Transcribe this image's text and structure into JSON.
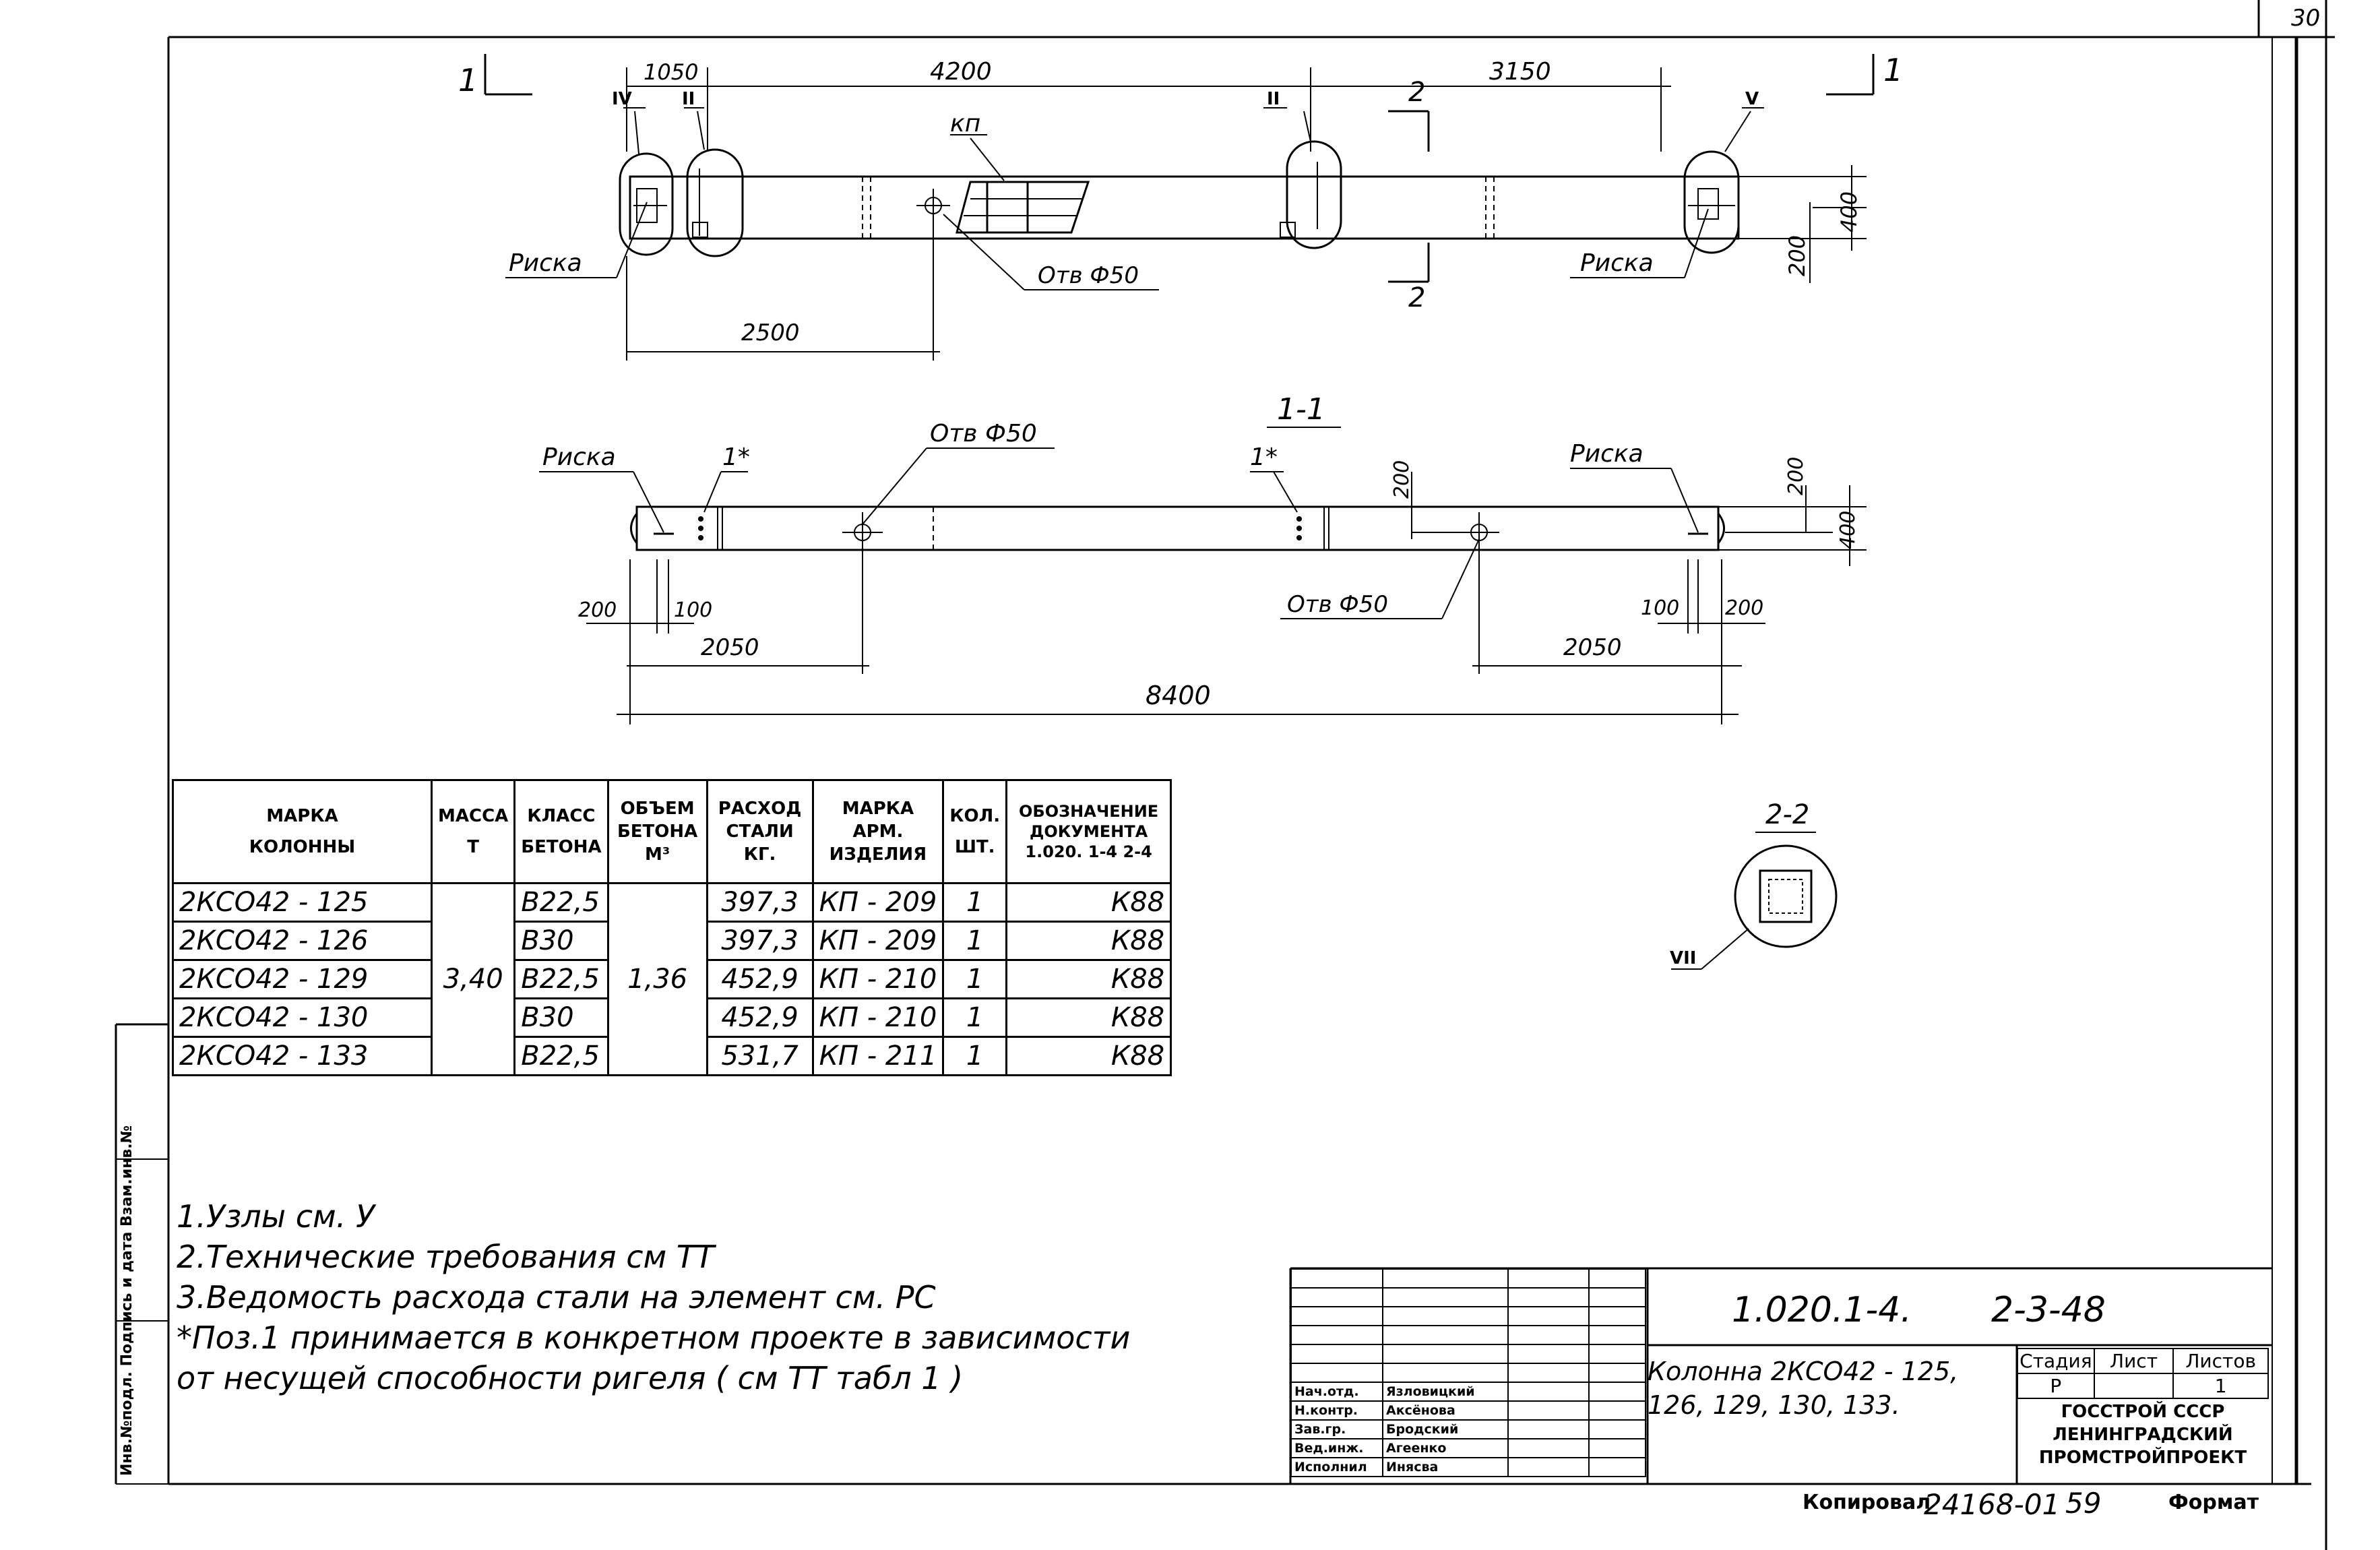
{
  "sheet_number": "30",
  "plan": {
    "section_marks": {
      "left": "1",
      "right": "1",
      "mid_top": "2",
      "mid_bottom": "2"
    },
    "dims": {
      "d1050": "1050",
      "d4200": "4200",
      "d3150": "3150",
      "d2500": "2500",
      "d400": "400",
      "d200": "200"
    },
    "nodes": {
      "iv": "IV",
      "ii_left": "II",
      "ii_right": "II",
      "v": "V"
    },
    "labels": {
      "kp": "кп",
      "riska_left": "Риска",
      "riska_right": "Риска",
      "hole": "Отв Ф50"
    }
  },
  "section_1_1": {
    "title": "1-1",
    "labels": {
      "riska_left": "Риска",
      "riska_right": "Риска",
      "pos_left": "1*",
      "pos_right": "1*",
      "hole_top": "Отв Ф50",
      "hole_bottom": "Отв Ф50"
    },
    "dims": {
      "d200_left": "200",
      "d100_left": "100",
      "d2050_left": "2050",
      "d8400": "8400",
      "d100_right": "100",
      "d200_right": "200",
      "d2050_right": "2050",
      "d200_vert": "200",
      "d200_right_top": "200",
      "d400": "400"
    }
  },
  "section_2_2": {
    "title": "2-2",
    "node": "VII"
  },
  "spec_table": {
    "headers": {
      "mark": [
        "МАРКА",
        "КОЛОННЫ"
      ],
      "mass": [
        "МАССА",
        "Т"
      ],
      "class": [
        "КЛАСС",
        "БЕТОНА"
      ],
      "volume": [
        "ОБЪЕМ",
        "БЕТОНА",
        "М³"
      ],
      "steel": [
        "РАСХОД",
        "СТАЛИ",
        "КГ."
      ],
      "arm": [
        "МАРКА",
        "АРМ.",
        "ИЗДЕЛИЯ"
      ],
      "qty": [
        "КОЛ.",
        "ШТ."
      ],
      "doc": [
        "ОБОЗНАЧЕНИЕ",
        "ДОКУМЕНТА",
        "1.020. 1-4 2-4"
      ]
    },
    "mass": "3,40",
    "volume": "1,36",
    "rows": [
      {
        "mark": "2КСО42 - 125",
        "class": "В22,5",
        "steel": "397,3",
        "arm": "КП - 209",
        "qty": "1",
        "doc": "К88"
      },
      {
        "mark": "2КСО42 - 126",
        "class": "В30",
        "steel": "397,3",
        "arm": "КП - 209",
        "qty": "1",
        "doc": "К88"
      },
      {
        "mark": "2КСО42 - 129",
        "class": "В22,5",
        "steel": "452,9",
        "arm": "КП - 210",
        "qty": "1",
        "doc": "К88"
      },
      {
        "mark": "2КСО42 - 130",
        "class": "В30",
        "steel": "452,9",
        "arm": "КП - 210",
        "qty": "1",
        "doc": "К88"
      },
      {
        "mark": "2КСО42 - 133",
        "class": "В22,5",
        "steel": "531,7",
        "arm": "КП - 211",
        "qty": "1",
        "doc": "К88"
      }
    ]
  },
  "notes": [
    "1.Узлы   см.  У",
    "2.Технические  требования   см   ТТ",
    "3.Ведомость расхода стали на элемент см. РС",
    " *Поз.1 принимается в конкретном проекте в зависимости",
    "  от несущей способности ригеля ( см  ТТ табл  1    )"
  ],
  "side_stamp": "Инв.№подл.   Подпись и дата   Взам.инв.№",
  "title_block": {
    "document_code": "1.020.1-4.",
    "sheet_code": "2-3-48",
    "name_line1": "Колонна 2КСО42 - 125,",
    "name_line2": "126, 129, 130, 133.",
    "signatures": [
      {
        "role": "Нач.отд.",
        "name": "Язловицкий"
      },
      {
        "role": "Н.контр.",
        "name": "Аксёнова"
      },
      {
        "role": "Зав.гр.",
        "name": "Бродский"
      },
      {
        "role": "Вед.инж.",
        "name": "Агеенко"
      },
      {
        "role": "Исполнил",
        "name": "Инясва"
      }
    ],
    "stage_header": "Стадия",
    "sheet_header": "Лист",
    "sheets_header": "Листов",
    "stage": "Р",
    "sheets": "1",
    "organization": [
      "ГОССТРОЙ СССР",
      "ЛЕНИНГРАДСКИЙ",
      "ПРОМСТРОЙПРОЕКТ"
    ],
    "copied_label": "Копировал",
    "order_number": "24168-01",
    "page": "59",
    "format_label": "Формат"
  }
}
